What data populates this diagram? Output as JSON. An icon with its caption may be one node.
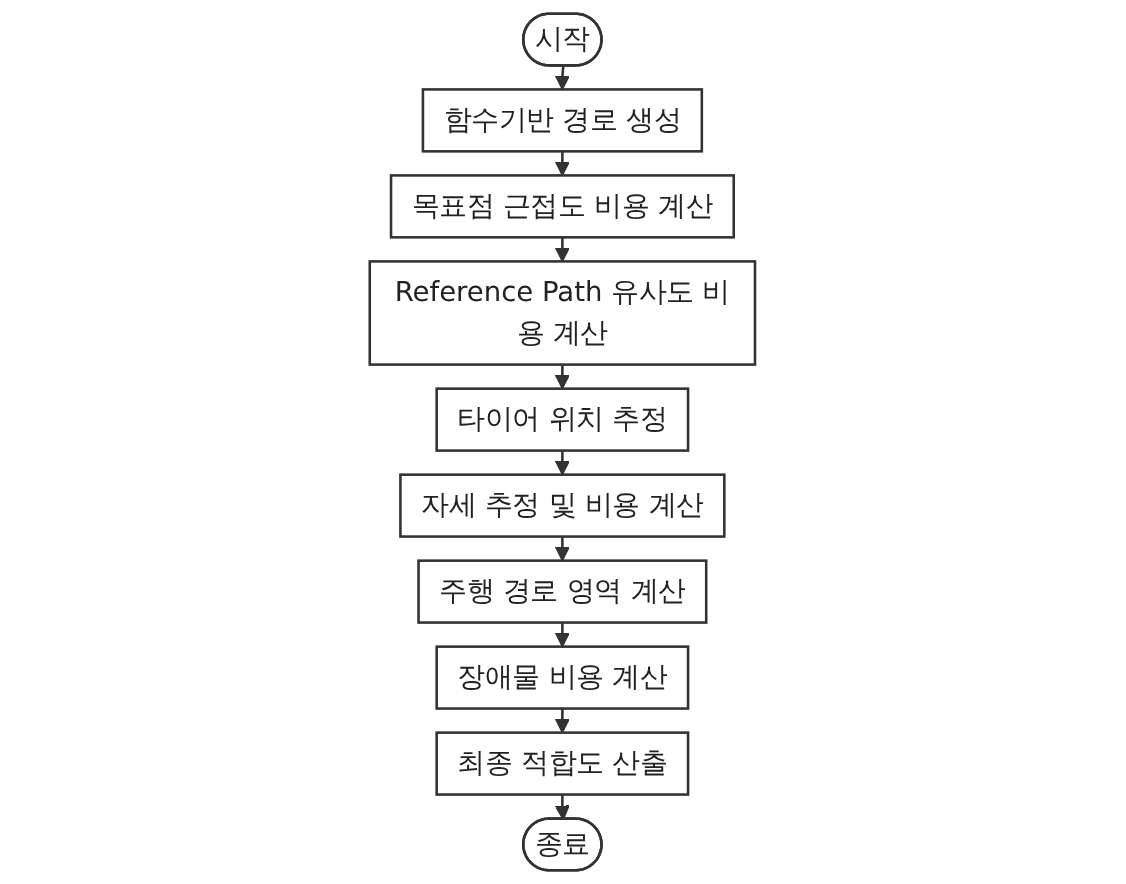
{
  "diagram": {
    "nodes": [
      {
        "text": [
          "시작"
        ]
      },
      {
        "text": [
          "함수기반 경로 생성"
        ]
      },
      {
        "text": [
          "목표점 근접도 비용 계산"
        ]
      },
      {
        "text": [
          "Reference Path 유사도 비용 계산"
        ]
      },
      {
        "text": [
          "타이어 위치 추정"
        ]
      },
      {
        "text": [
          "자세 추정 및 비용 계산"
        ]
      },
      {
        "text": [
          "주행 경로 영역 계산"
        ]
      },
      {
        "text": [
          "장애물 비용 계산"
        ]
      },
      {
        "text": [
          "최종 적합도 산출"
        ]
      },
      {
        "text": [
          "종료"
        ]
      }
    ],
    "edges": [
      {
        "from": 0,
        "to": 1,
        "arrow": "to"
      },
      {
        "from": 1,
        "to": 2,
        "arrow": "to"
      },
      {
        "from": 2,
        "to": 3,
        "arrow": "to"
      },
      {
        "from": 3,
        "to": 4,
        "arrow": "to"
      },
      {
        "from": 4,
        "to": 5,
        "arrow": "to"
      },
      {
        "from": 5,
        "to": 6,
        "arrow": "to"
      },
      {
        "from": 6,
        "to": 7,
        "arrow": "to"
      },
      {
        "from": 7,
        "to": 8,
        "arrow": "to"
      },
      {
        "from": 8,
        "to": 9,
        "arrow": "to"
      }
    ]
  }
}
